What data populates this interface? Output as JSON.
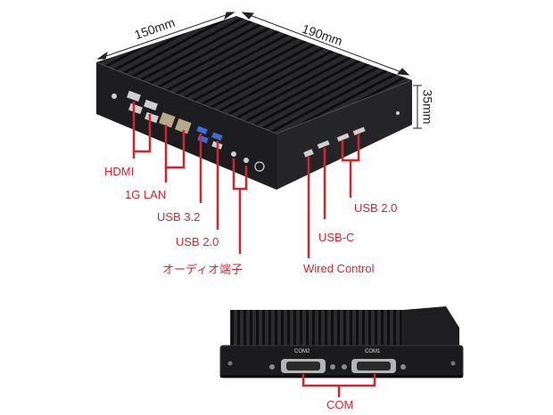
{
  "dimensions": {
    "width": "150mm",
    "depth": "190mm",
    "height": "35mm"
  },
  "front_ports": [
    "HDMI",
    "1G LAN",
    "USB 3.2",
    "USB 2.0",
    "オーディオ端子"
  ],
  "side_ports": [
    "USB 2.0",
    "USB-C",
    "Wired Control"
  ],
  "rear": {
    "ports": [
      "COM"
    ],
    "port_markings": [
      "COM2",
      "COM1"
    ]
  },
  "colors": {
    "callout": "#d0262f",
    "chassis": "#1c1c1e"
  }
}
